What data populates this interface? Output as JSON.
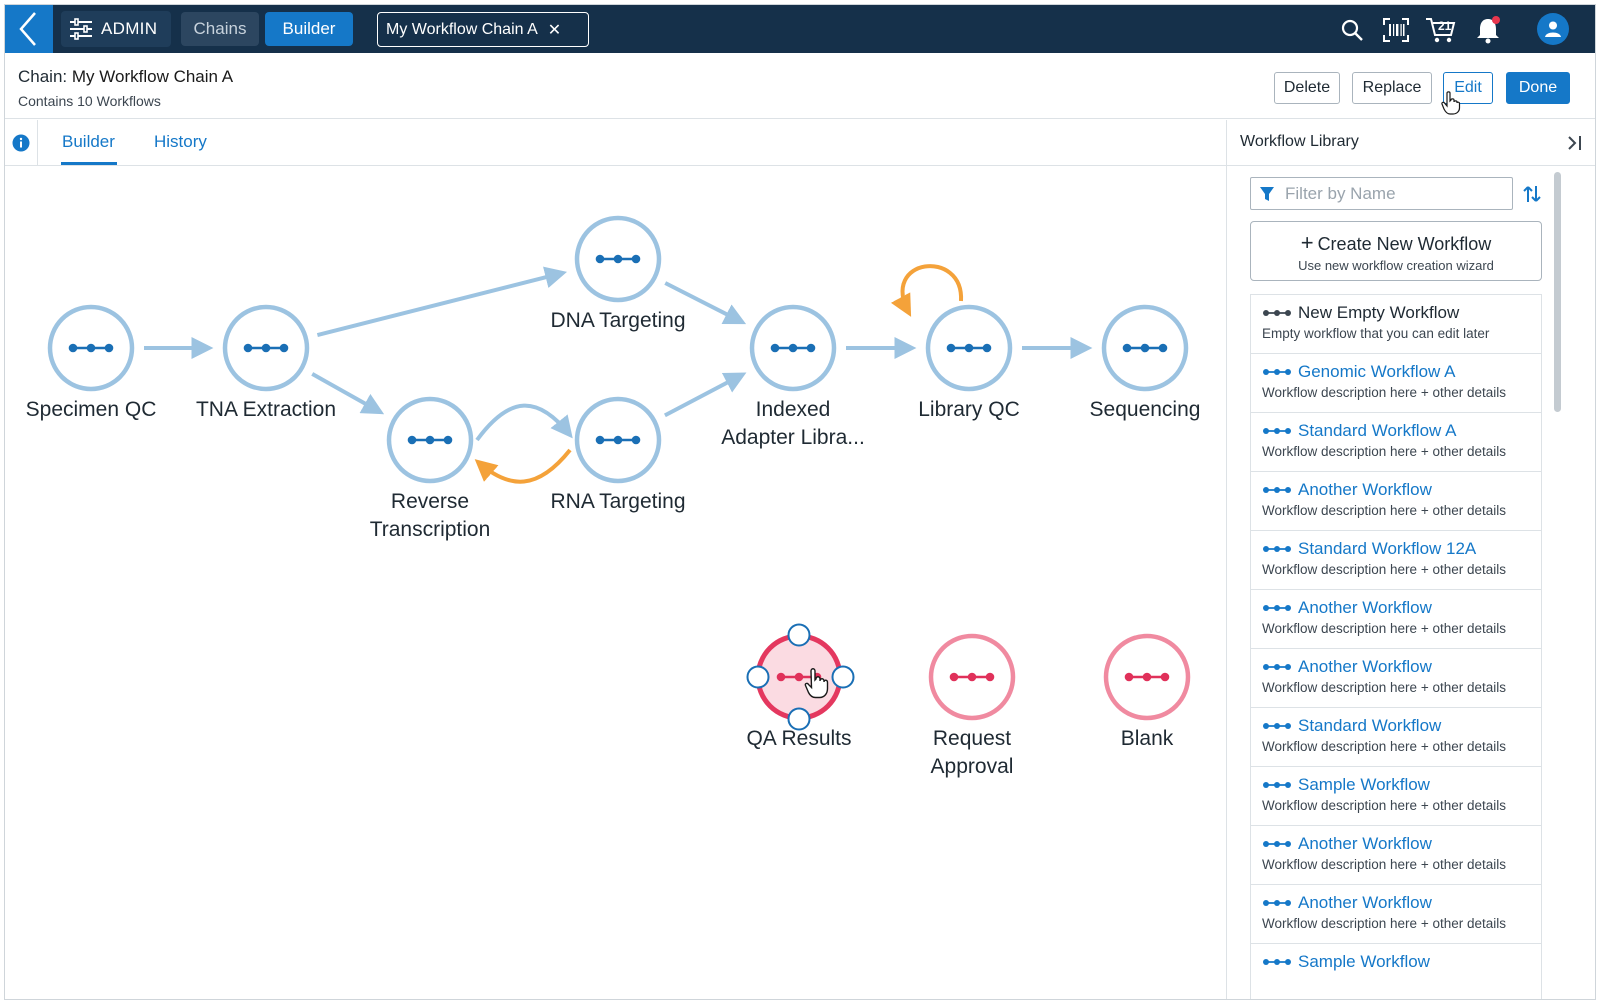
{
  "topbar": {
    "admin_label": "ADMIN",
    "tabs": [
      "Chains",
      "Builder"
    ],
    "open_chain": "My Workflow Chain A",
    "cart_count": "21"
  },
  "chain": {
    "prefix": "Chain:",
    "name": "My Workflow Chain A",
    "subtitle": "Contains 10 Workflows"
  },
  "actions": {
    "delete": "Delete",
    "replace": "Replace",
    "edit": "Edit",
    "done": "Done"
  },
  "view_tabs": {
    "builder": "Builder",
    "history": "History"
  },
  "graph": {
    "nodes": [
      {
        "id": "specimen-qc",
        "label": [
          "Specimen QC"
        ],
        "state": "default"
      },
      {
        "id": "tna-extraction",
        "label": [
          "TNA Extraction"
        ],
        "state": "default"
      },
      {
        "id": "dna-targeting",
        "label": [
          "DNA Targeting"
        ],
        "state": "default"
      },
      {
        "id": "reverse-transcription",
        "label": [
          "Reverse",
          "Transcription"
        ],
        "state": "default"
      },
      {
        "id": "rna-targeting",
        "label": [
          "RNA Targeting"
        ],
        "state": "default"
      },
      {
        "id": "indexed-adapter",
        "label": [
          "Indexed",
          "Adapter Libra..."
        ],
        "state": "default"
      },
      {
        "id": "library-qc",
        "label": [
          "Library QC"
        ],
        "state": "default"
      },
      {
        "id": "sequencing",
        "label": [
          "Sequencing"
        ],
        "state": "default"
      },
      {
        "id": "qa-results",
        "label": [
          "QA Results"
        ],
        "state": "selected"
      },
      {
        "id": "request-approval",
        "label": [
          "Request",
          "Approval"
        ],
        "state": "unlinked"
      },
      {
        "id": "blank",
        "label": [
          "Blank"
        ],
        "state": "unlinked"
      }
    ],
    "edges": [
      {
        "from": "specimen-qc",
        "to": "tna-extraction",
        "kind": "forward"
      },
      {
        "from": "tna-extraction",
        "to": "dna-targeting",
        "kind": "forward"
      },
      {
        "from": "tna-extraction",
        "to": "reverse-transcription",
        "kind": "forward"
      },
      {
        "from": "reverse-transcription",
        "to": "rna-targeting",
        "kind": "forward"
      },
      {
        "from": "rna-targeting",
        "to": "reverse-transcription",
        "kind": "loop-back"
      },
      {
        "from": "dna-targeting",
        "to": "indexed-adapter",
        "kind": "forward"
      },
      {
        "from": "rna-targeting",
        "to": "indexed-adapter",
        "kind": "forward"
      },
      {
        "from": "indexed-adapter",
        "to": "library-qc",
        "kind": "forward"
      },
      {
        "from": "library-qc",
        "to": "library-qc",
        "kind": "self-loop"
      },
      {
        "from": "library-qc",
        "to": "sequencing",
        "kind": "forward"
      }
    ],
    "colors": {
      "node_ring": "#9cc3e1",
      "node_dots": "#1a6fb5",
      "edge": "#9cc3e1",
      "loop_edge": "#f4a23a",
      "unlinked_ring": "#f08aa0",
      "unlinked_dots": "#e0315a",
      "selected_ring": "#e4385f",
      "selected_fill": "#fbdbe2"
    }
  },
  "library": {
    "title": "Workflow Library",
    "filter_placeholder": "Filter by Name",
    "create_title": "Create New Workflow",
    "create_sub": "Use new workflow creation wizard",
    "items": [
      {
        "name": "New Empty Workflow",
        "desc": "Empty workflow that you can edit later",
        "kind": "empty"
      },
      {
        "name": "Genomic Workflow A",
        "desc": "Workflow description here + other details",
        "kind": "workflow"
      },
      {
        "name": "Standard Workflow A",
        "desc": "Workflow description here + other details",
        "kind": "workflow"
      },
      {
        "name": "Another Workflow",
        "desc": "Workflow description here + other details",
        "kind": "workflow"
      },
      {
        "name": "Standard Workflow 12A",
        "desc": "Workflow description here + other details",
        "kind": "workflow"
      },
      {
        "name": "Another Workflow",
        "desc": "Workflow description here + other details",
        "kind": "workflow"
      },
      {
        "name": "Another Workflow",
        "desc": "Workflow description here + other details",
        "kind": "workflow"
      },
      {
        "name": "Standard Workflow",
        "desc": "Workflow description here + other details",
        "kind": "workflow"
      },
      {
        "name": "Sample Workflow",
        "desc": "Workflow description here + other details",
        "kind": "workflow"
      },
      {
        "name": "Another Workflow",
        "desc": "Workflow description here + other details",
        "kind": "workflow"
      },
      {
        "name": "Another Workflow",
        "desc": "Workflow description here + other details",
        "kind": "workflow"
      },
      {
        "name": "Sample Workflow",
        "desc": "",
        "kind": "workflow"
      }
    ]
  },
  "icons": [
    "back-chevron-icon",
    "admin-sliders-icon",
    "close-icon",
    "search-icon",
    "barcode-icon",
    "cart-icon",
    "bell-icon",
    "user-icon",
    "info-icon",
    "collapse-panel-icon",
    "filter-icon",
    "sort-icon",
    "plus-icon",
    "workflow-dots-icon",
    "hand-cursor-icon"
  ]
}
